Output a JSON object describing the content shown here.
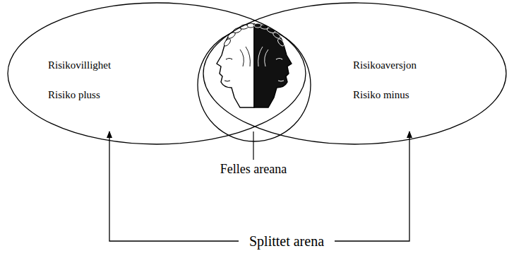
{
  "diagram": {
    "nodes": [
      {
        "text": [
          "Risikovillighet",
          "Risiko pluss"
        ]
      },
      {
        "text": [
          "Risikoaversjon",
          "Risiko minus"
        ]
      }
    ],
    "labels": [
      "Felles areana",
      "Splittet arena"
    ]
  }
}
